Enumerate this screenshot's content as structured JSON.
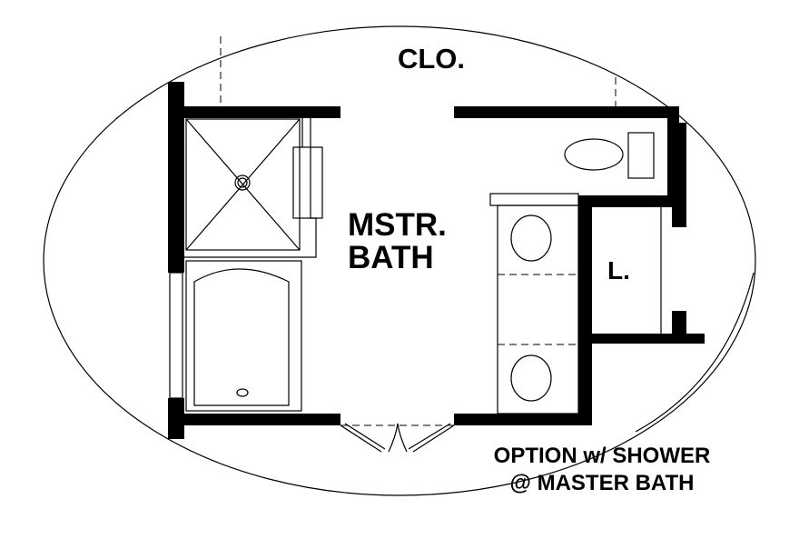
{
  "plan": {
    "closet_label": "CLO.",
    "room_label_line1": "MSTR.",
    "room_label_line2": "BATH",
    "linen_label": "L.",
    "caption_line1": "OPTION w/ SHOWER",
    "caption_line2": "@ MASTER BATH"
  },
  "colors": {
    "ink": "#000000",
    "background": "#ffffff"
  }
}
